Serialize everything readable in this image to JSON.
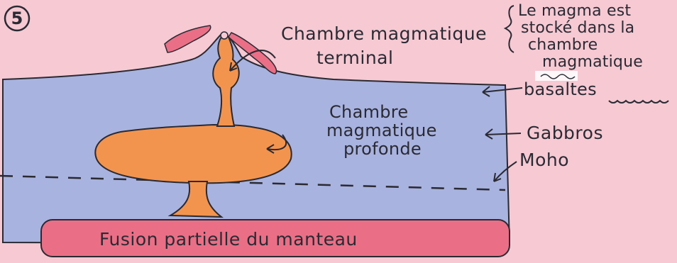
{
  "step_number": "5",
  "labels": {
    "terminal_chamber_line1": "Chambre magmatique",
    "terminal_chamber_line2": "terminal",
    "deep_chamber_line1": "Chambre",
    "deep_chamber_line2": "magmatique",
    "deep_chamber_line3": "profonde",
    "basalts": "basaltes",
    "gabbros": "Gabbros",
    "moho": "Moho",
    "mantle_partial_melting": "Fusion partielle du manteau"
  },
  "side_note": {
    "line1": "Le magma est",
    "line2": "stocké dans la",
    "line3": "chambre",
    "line4": "magmatique"
  },
  "colors": {
    "paper": "#f6c9d3",
    "crust_blue": "#a9b3df",
    "magma_orange": "#f3944e",
    "mantle_red": "#ea6f86",
    "ink": "#2a2a33"
  }
}
